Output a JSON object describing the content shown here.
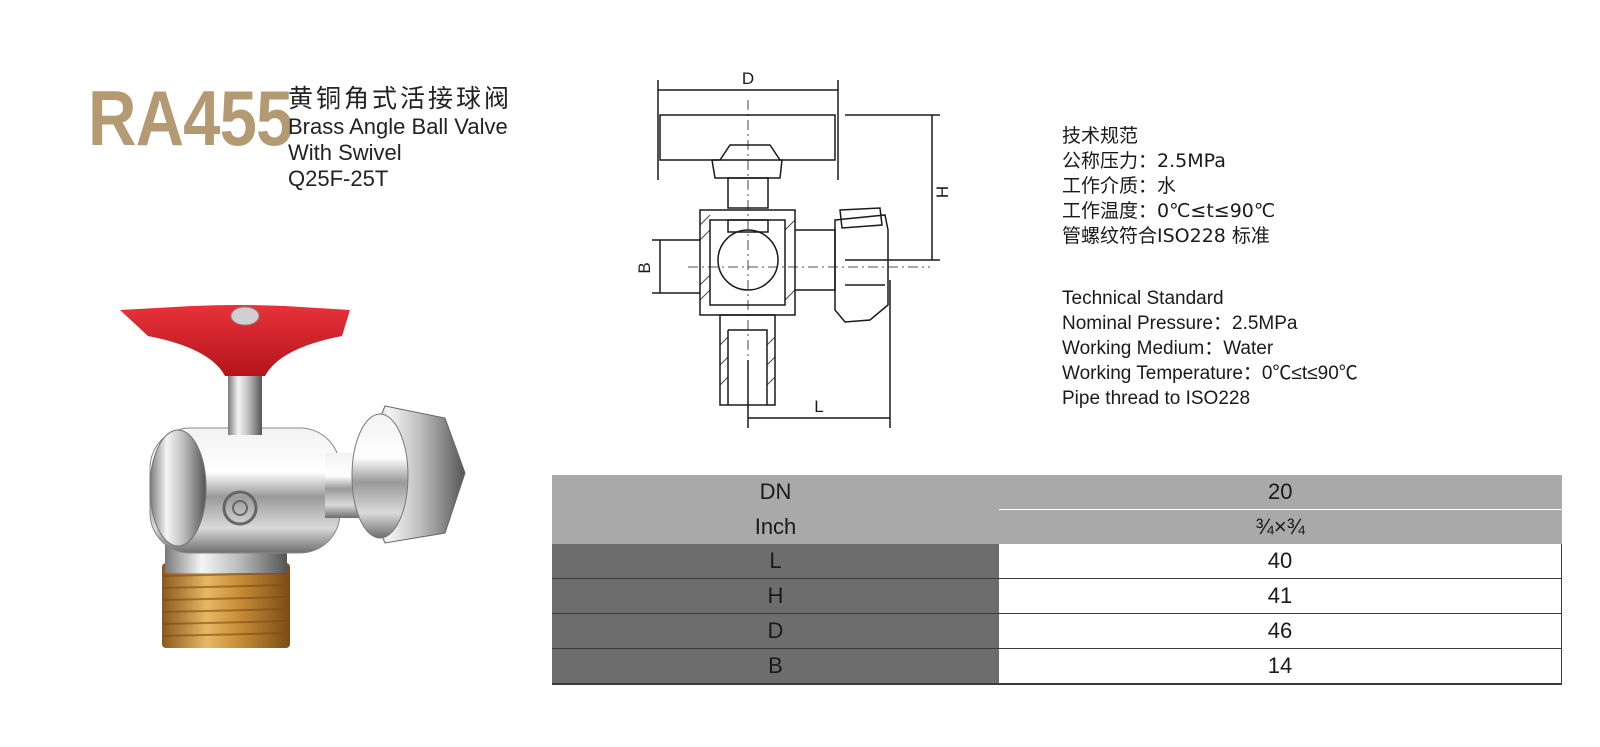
{
  "header": {
    "model": "RA455",
    "title_cn": "黄铜角式活接球阀",
    "title_en_1": "Brass Angle Ball Valve",
    "title_en_2": "With Swivel",
    "code": "Q25F-25T"
  },
  "drawing_labels": {
    "d": "D",
    "h": "H",
    "b": "B",
    "l": "L"
  },
  "spec_cn": [
    "技术规范",
    "公称压力：2.5MPa",
    "工作介质：水",
    "工作温度：0℃≤t≤90℃",
    "管螺纹符合ISO228 标准"
  ],
  "spec_en": [
    "Technical Standard",
    "Nominal Pressure：2.5MPa",
    "Working Medium：Water",
    "Working Temperature：0℃≤t≤90℃",
    "Pipe thread to ISO228"
  ],
  "table": {
    "rows": [
      {
        "key": "DN",
        "value": "20"
      },
      {
        "key": "Inch",
        "value": "¾×¾"
      },
      {
        "key": "L",
        "value": "40"
      },
      {
        "key": "H",
        "value": "41"
      },
      {
        "key": "D",
        "value": "46"
      },
      {
        "key": "B",
        "value": "14"
      }
    ]
  },
  "colors": {
    "model_gold": "#b49a72",
    "handle_red": "#d8232a",
    "table_head_gray": "#a9a9a9",
    "table_key_dark": "#6d6d6d"
  }
}
